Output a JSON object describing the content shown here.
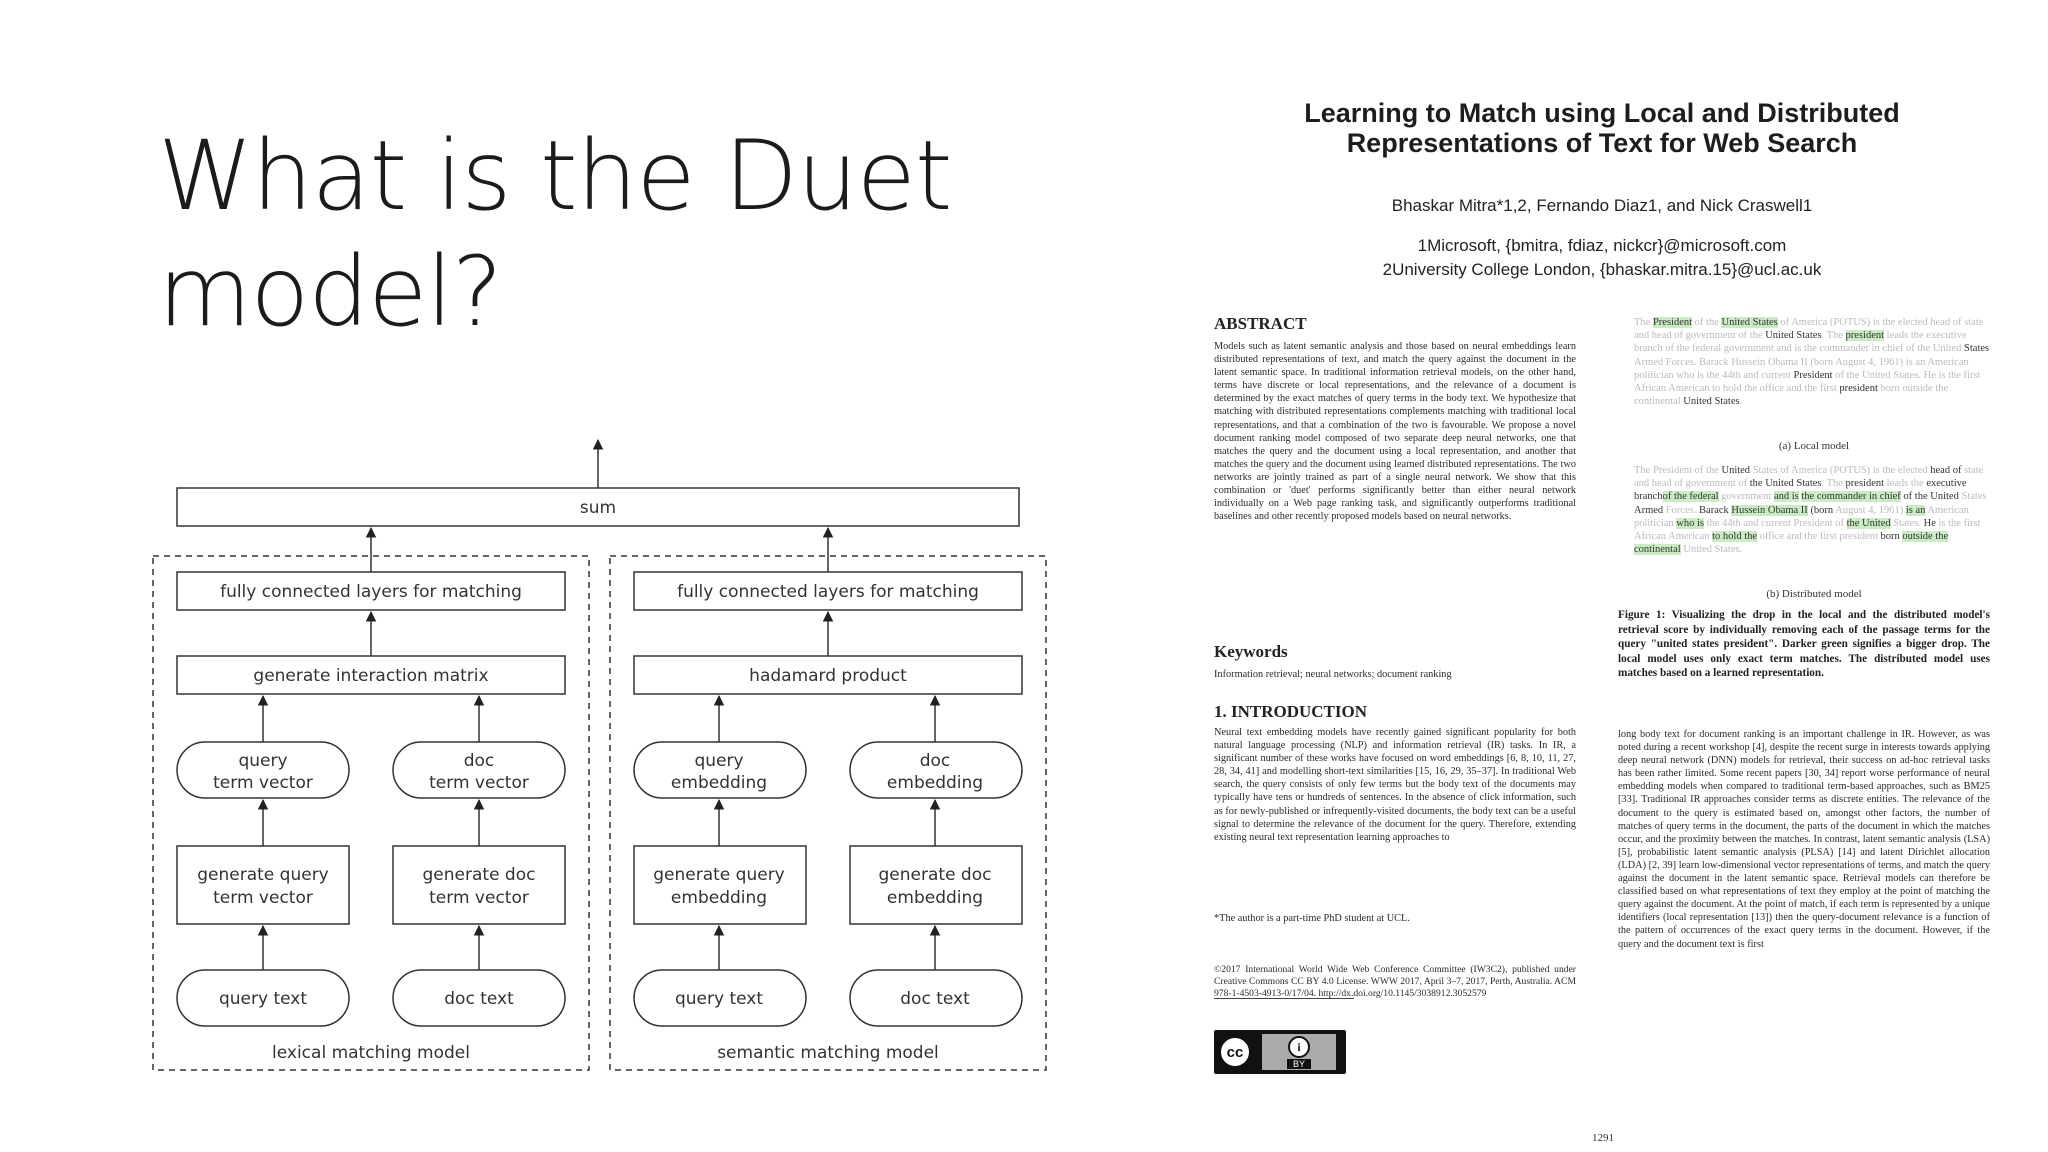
{
  "slide": {
    "title_line1": "What is the Duet",
    "title_line2": "model?"
  },
  "diagram": {
    "sum": "sum",
    "lexical": {
      "group_label": "lexical matching model",
      "fc": "fully connected layers for matching",
      "combine": "generate interaction matrix",
      "left_vec": [
        "query",
        "term vector"
      ],
      "right_vec": [
        "doc",
        "term vector"
      ],
      "left_gen": [
        "generate query",
        "term vector"
      ],
      "right_gen": [
        "generate doc",
        "term vector"
      ],
      "left_in": "query text",
      "right_in": "doc text"
    },
    "semantic": {
      "group_label": "semantic matching model",
      "fc": "fully connected layers for matching",
      "combine": "hadamard product",
      "left_vec": [
        "query",
        "embedding"
      ],
      "right_vec": [
        "doc",
        "embedding"
      ],
      "left_gen": [
        "generate query",
        "embedding"
      ],
      "right_gen": [
        "generate doc",
        "embedding"
      ],
      "left_in": "query text",
      "right_in": "doc text"
    }
  },
  "paper": {
    "title_line1": "Learning to Match using Local and Distributed",
    "title_line2": "Representations of Text for Web Search",
    "authors": "Bhaskar Mitra*1,2, Fernando Diaz1, and Nick Craswell1",
    "affiliation1": "1Microsoft, {bmitra, fdiaz, nickcr}@microsoft.com",
    "affiliation2": "2University College London, {bhaskar.mitra.15}@ucl.ac.uk",
    "abstract_heading": "ABSTRACT",
    "abstract": "Models such as latent semantic analysis and those based on neural embeddings learn distributed representations of text, and match the query against the document in the latent semantic space. In traditional information retrieval models, on the other hand, terms have discrete or local representations, and the relevance of a document is determined by the exact matches of query terms in the body text. We hypothesize that matching with distributed representations complements matching with traditional local representations, and that a combination of the two is favourable. We propose a novel document ranking model composed of two separate deep neural networks, one that matches the query and the document using a local representation, and another that matches the query and the document using learned distributed representations. The two networks are jointly trained as part of a single neural network. We show that this combination or 'duet' performs significantly better than either neural network individually on a Web page ranking task, and significantly outperforms traditional baselines and other recently proposed models based on neural networks.",
    "keywords_heading": "Keywords",
    "keywords": "Information retrieval; neural networks; document ranking",
    "intro_heading": "1.   INTRODUCTION",
    "intro_left": "Neural text embedding models have recently gained significant popularity for both natural language processing (NLP) and information retrieval (IR) tasks. In IR, a significant number of these works have focused on word embeddings [6, 8, 10, 11, 27, 28, 34, 41] and modelling short-text similarities [15, 16, 29, 35–37]. In traditional Web search, the query consists of only few terms but the body text of the documents may typically have tens or hundreds of sentences. In the absence of click information, such as for newly-published or infrequently-visited documents, the body text can be a useful signal to determine the relevance of the document for the query. Therefore, extending existing neural text representation learning approaches to",
    "footnote": "*The author is a part-time PhD student at UCL.",
    "copyright": "©2017 International World Wide Web Conference Committee (IW3C2), published under Creative Commons CC BY 4.0 License. WWW 2017, April 3–7, 2017, Perth, Australia. ACM 978-1-4503-4913-0/17/04. http://dx.doi.org/10.1145/3038912.3052579",
    "cc_label": "cc",
    "by_label": "BY",
    "fig_local_caption": "(a) Local model",
    "fig_distributed_caption": "(b) Distributed model",
    "figure_caption": "Figure 1: Visualizing the drop in the local and the distributed model's retrieval score by individually removing each of the passage terms for the query \"united states president\". Darker green signifies a bigger drop. The local model uses only exact term matches. The distributed model uses matches based on a learned representation.",
    "intro_right": "long body text for document ranking is an important challenge in IR. However, as was noted during a recent workshop [4], despite the recent surge in interests towards applying deep neural network (DNN) models for retrieval, their success on ad-hoc retrieval tasks has been rather limited. Some recent papers [30, 34] report worse performance of neural embedding models when compared to traditional term-based approaches, such as BM25 [33]. Traditional IR approaches consider terms as discrete entities. The relevance of the document to the query is estimated based on, amongst other factors, the number of matches of query terms in the document, the parts of the document in which the matches occur, and the proximity between the matches. In contrast, latent semantic analysis (LSA) [5], probabilistic latent semantic analysis (PLSA) [14] and latent Dirichlet allocation (LDA) [2, 39] learn low-dimensional vector representations of terms, and match the query against the document in the latent semantic space. Retrieval models can therefore be classified based on what representations of text they employ at the point of matching the query against the document. At the point of match, if each term is represented by a unique identifiers (local representation [13]) then the query-document relevance is a function of the pattern of occurrences of the exact query terms in the document. However, if the query and the document text is first",
    "page_number": "1291"
  }
}
